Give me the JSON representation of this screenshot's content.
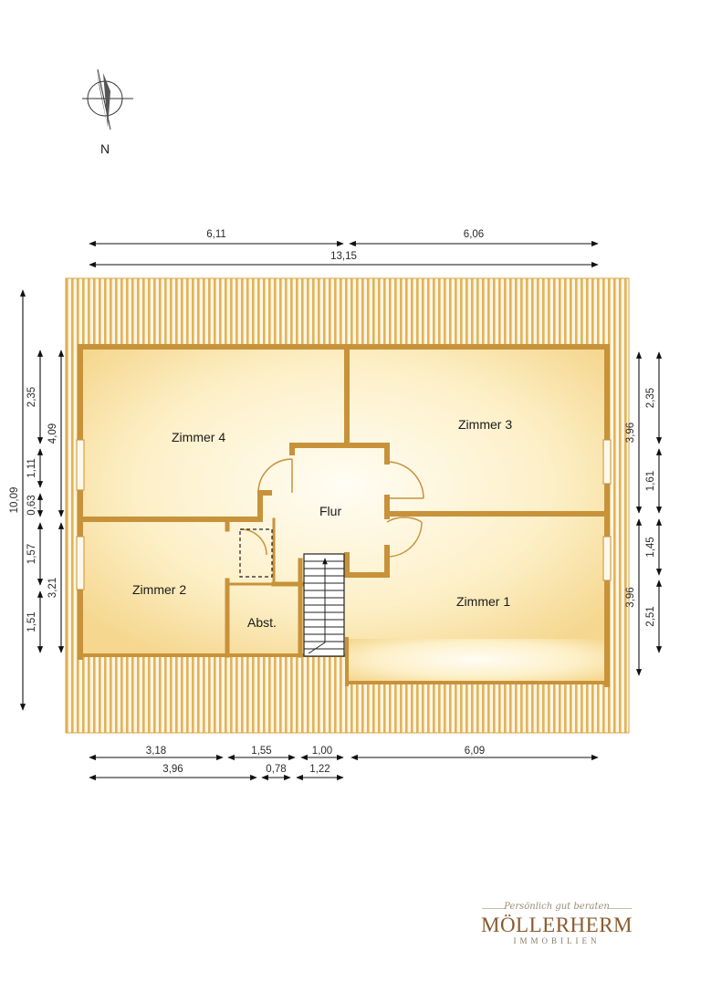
{
  "compass": {
    "label": "N"
  },
  "rooms": {
    "zimmer4": "Zimmer 4",
    "zimmer3": "Zimmer 3",
    "flur": "Flur",
    "zimmer2": "Zimmer 2",
    "abst": "Abst.",
    "zimmer1": "Zimmer 1"
  },
  "dimensions": {
    "top": [
      "6,11",
      "6,06",
      "13,15"
    ],
    "bottom_row1": [
      "3,18",
      "1,55",
      "1,00",
      "6,09"
    ],
    "bottom_row2": [
      "3,96",
      "0,78",
      "1,22"
    ],
    "left_outer": "10,09",
    "left_mid": [
      "4,09",
      "3,21"
    ],
    "left_inner": [
      "2,35",
      "1,11",
      "0,63",
      "1,57",
      "1,51"
    ],
    "right_mid": [
      "3,96",
      "3,96"
    ],
    "right_inner": [
      "2,35",
      "1,61",
      "1,45",
      "2,51"
    ]
  },
  "logo": {
    "tagline": "Persönlich gut beraten",
    "name": "MÖLLERHERM",
    "sub": "IMMOBILIEN"
  },
  "colors": {
    "wall": "#c8923a",
    "floor": "#fbe9b8",
    "roof_stripe": "#d9a347"
  }
}
